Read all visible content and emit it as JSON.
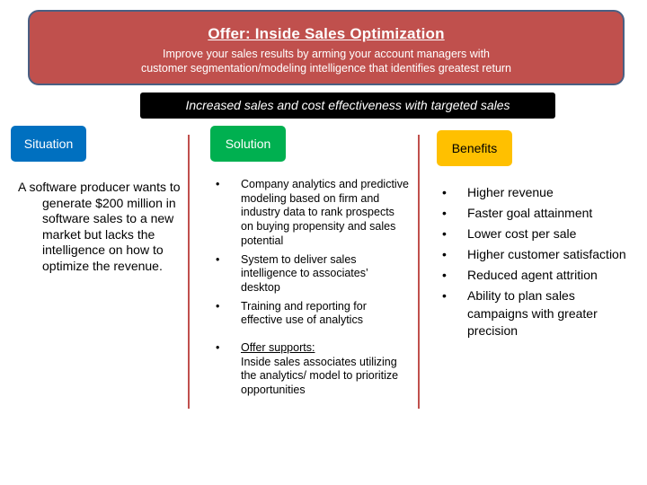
{
  "header": {
    "title": "Offer: Inside Sales Optimization",
    "subtitle_line1": "Improve your  sales results by arming your account managers with",
    "subtitle_line2": "customer segmentation/modeling intelligence that identifies greatest return"
  },
  "banner": "Increased sales and  cost effectiveness with targeted sales",
  "situation": {
    "label": "Situation",
    "text": "A software producer wants to generate $200 million in software sales to a new market but lacks the intelligence on how to optimize the revenue."
  },
  "solution": {
    "label": "Solution",
    "items": [
      "Company analytics and predictive modeling based on firm and industry data to rank prospects on buying propensity and sales potential",
      "System to deliver sales intelligence to associates’ desktop",
      "Training and reporting for effective use of analytics"
    ],
    "offer_label": "Offer supports:",
    "offer_text": "Inside sales associates utilizing  the analytics/ model to prioritize opportunities"
  },
  "benefits": {
    "label": "Benefits",
    "items": [
      "Higher revenue",
      "Faster goal attainment",
      "Lower cost per sale",
      "Higher customer satisfaction",
      "Reduced agent attrition",
      "Ability to plan sales campaigns with greater precision"
    ]
  },
  "colors": {
    "header_bg": "#c0504d",
    "situation": "#0070c0",
    "solution": "#00b050",
    "benefits": "#ffc000"
  }
}
